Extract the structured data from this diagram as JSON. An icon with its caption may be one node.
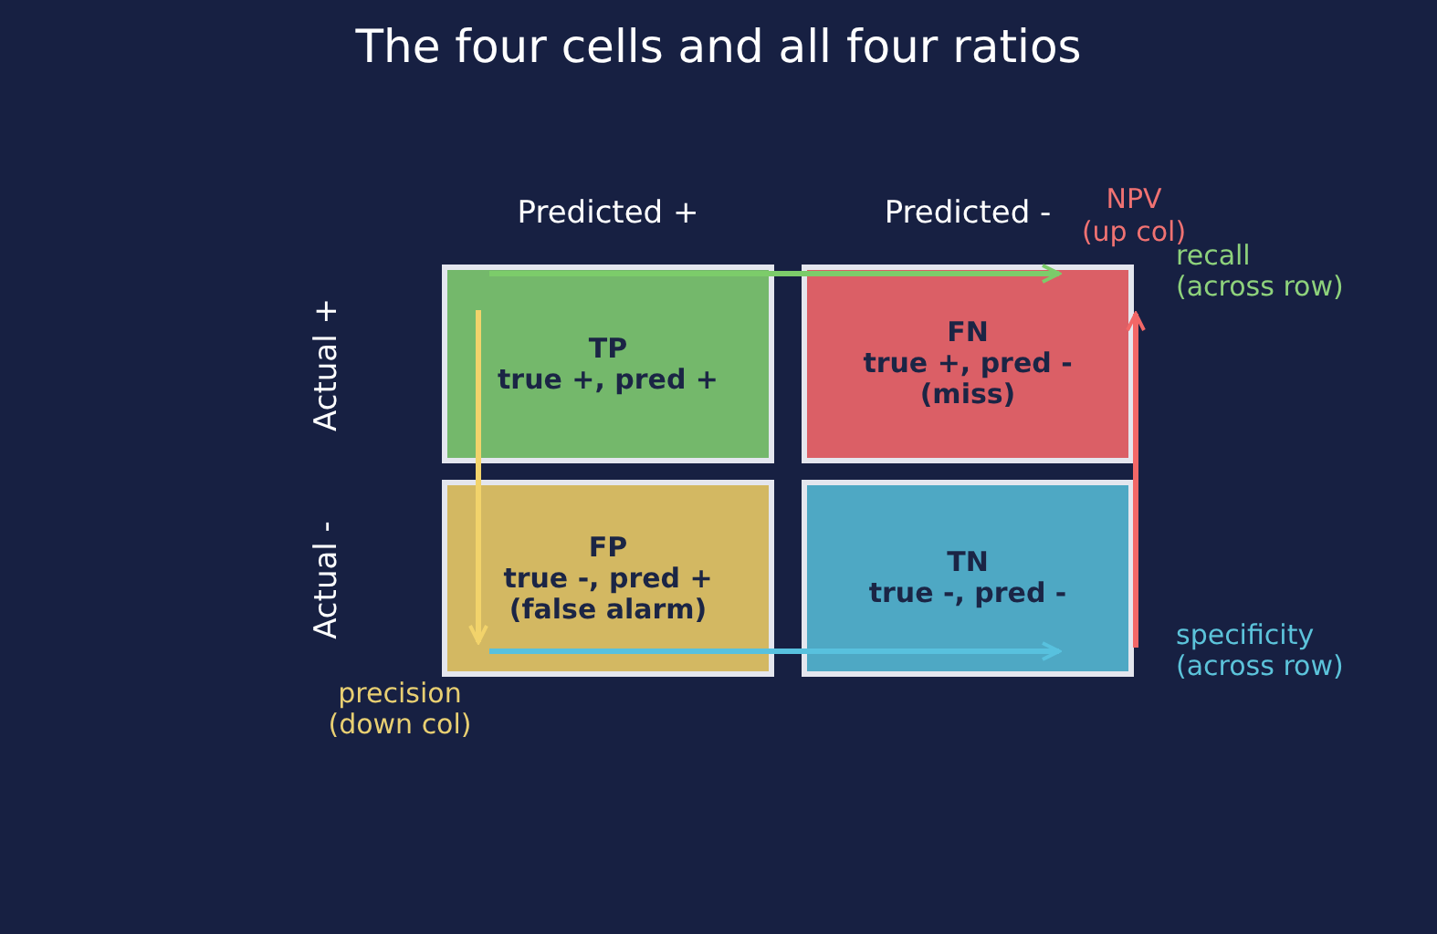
{
  "diagram": {
    "title": "The four cells and all four ratios",
    "nodes": [
      {
        "text": [
          "TP",
          "true +, pred +"
        ]
      },
      {
        "text": [
          "FN",
          "true +, pred -",
          "(miss)"
        ]
      },
      {
        "text": [
          "FP",
          "true -, pred +",
          "(false alarm)"
        ]
      },
      {
        "text": [
          "TN",
          "true -, pred -"
        ]
      }
    ],
    "edges": [
      {
        "from": 0,
        "to": 1,
        "arrow": "to",
        "color": "#7ccc6a"
      },
      {
        "from": 0,
        "to": 2,
        "arrow": "to",
        "color": "#f2d36b"
      },
      {
        "from": 3,
        "to": 1,
        "arrow": "to",
        "color": "#f26767"
      },
      {
        "from": 2,
        "to": 3,
        "arrow": "to",
        "color": "#58c1de"
      }
    ],
    "labels": [
      "Predicted +",
      "Predicted -",
      "NPV (up col)",
      "recall (across row)",
      "Actual +",
      "Actual -",
      "specificity (across row)",
      "precision (down col)"
    ]
  }
}
